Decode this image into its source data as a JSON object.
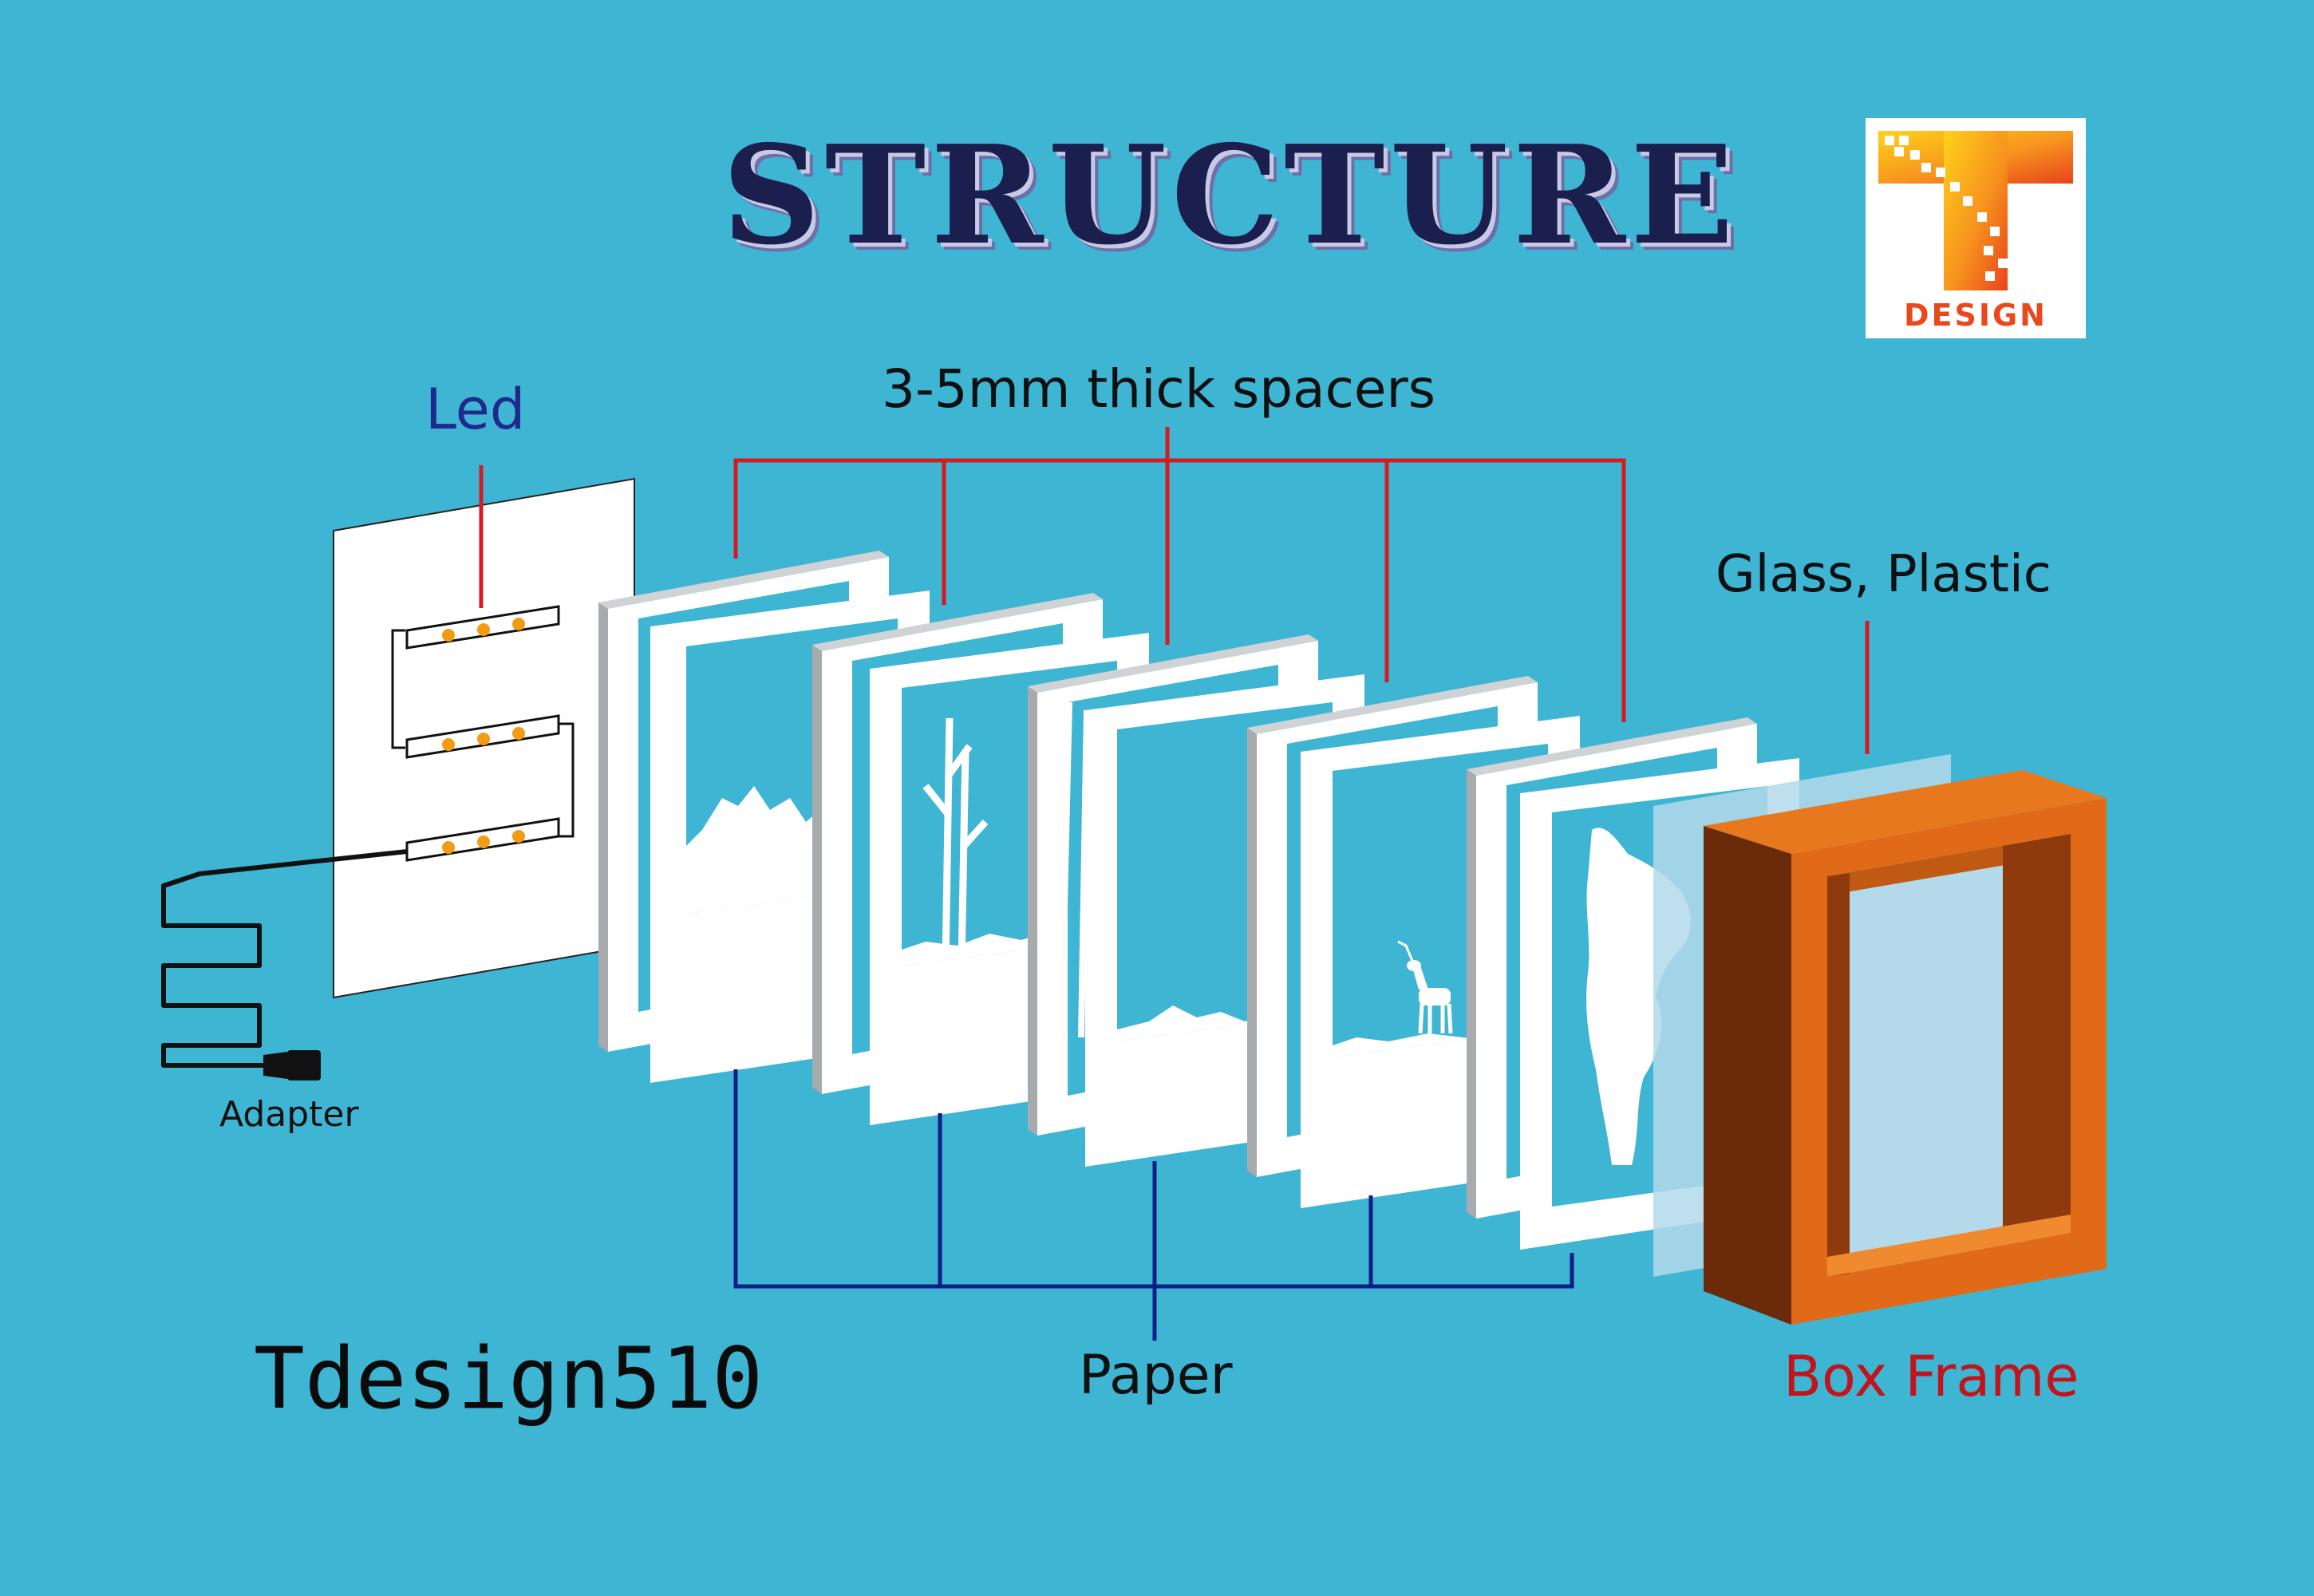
{
  "title": "STRUCTURE",
  "labels": {
    "spacers": "3-5mm thick spacers",
    "led": "Led",
    "glass": "Glass, Plastic",
    "adapter": "Adapter",
    "paper": "Paper",
    "box_frame": "Box Frame",
    "brand": "Tdesign510"
  },
  "logo": {
    "word": "DESIGN"
  },
  "colors": {
    "background": "#3fb5d4",
    "title": "#1b1f4e",
    "spacer_line": "#d51a22",
    "paper_line": "#0d1f86",
    "led_label": "#1f2a8c",
    "box_frame_label": "#c2141b",
    "box_frame": "#e06a18",
    "glass": "#b3d9ea"
  },
  "icons": [
    "led-strip-icon",
    "adapter-plug-icon",
    "logo-t-icon",
    "deer-icon",
    "eagle-icon",
    "tree-icon"
  ]
}
